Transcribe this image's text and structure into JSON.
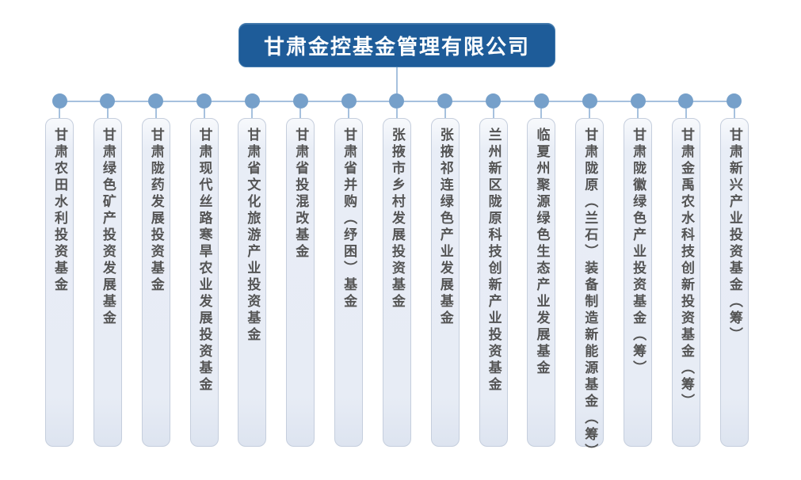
{
  "header": {
    "title": "甘肃金控基金管理有限公司"
  },
  "colors": {
    "header_bg": "#1e5c99",
    "header_text": "#ffffff",
    "connector_line": "#a6c1de",
    "connector_dot": "#76a0ca",
    "fund_box_bg": "#e8edf6",
    "fund_box_border": "#c5cedd",
    "fund_text": "#545454"
  },
  "funds": [
    {
      "name": "甘肃农田水利投资基金"
    },
    {
      "name": "甘肃绿色矿产投资发展基金"
    },
    {
      "name": "甘肃陇药发展投资基金"
    },
    {
      "name": "甘肃现代丝路寒旱农业发展投资基金"
    },
    {
      "name": "甘肃省文化旅游产业投资基金"
    },
    {
      "name": "甘肃省投混改基金"
    },
    {
      "name": "甘肃省并购（纾困）基金"
    },
    {
      "name": "张掖市乡村发展投资基金"
    },
    {
      "name": "张掖祁连绿色产业发展基金"
    },
    {
      "name": "兰州新区陇原科技创新产业投资基金"
    },
    {
      "name": "临夏州聚源绿色生态产业发展基金"
    },
    {
      "name": "甘肃陇原（兰石）装备制造新能源基金（筹）"
    },
    {
      "name": "甘肃陇徽绿色产业投资基金（筹）"
    },
    {
      "name": "甘肃金禹农水科技创新投资基金（筹）"
    },
    {
      "name": "甘肃新兴产业投资基金（筹）"
    }
  ]
}
